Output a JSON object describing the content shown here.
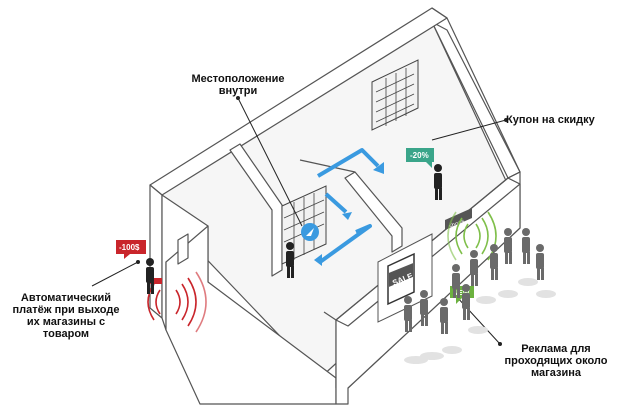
{
  "labels": {
    "location": "Местоположение внутри",
    "coupon": "Купон на скидку",
    "payment": "Автоматический платёж при выходе их магазины с товаром",
    "ads": "Реклама для проходящих около магазина"
  },
  "tags": {
    "payment_tag": "-100$",
    "coupon_tag": "-20%",
    "new_tag": "NEW",
    "sale_sign": "SALE",
    "shoes_sign": "shoes"
  },
  "colors": {
    "wall": "#ffffff",
    "outline": "#555555",
    "arrow": "#3a9ae0",
    "red_tag": "#c9252b",
    "teal_tag": "#3aa58a",
    "green_tag": "#6cb23f",
    "wave_red": "#c9252b",
    "wave_green": "#7fbf4a",
    "person": "#555555",
    "shadow": "#dddddd"
  },
  "icons": [
    "person-icon",
    "shelf-icon",
    "wifi-beacon-icon",
    "tag-icon"
  ]
}
